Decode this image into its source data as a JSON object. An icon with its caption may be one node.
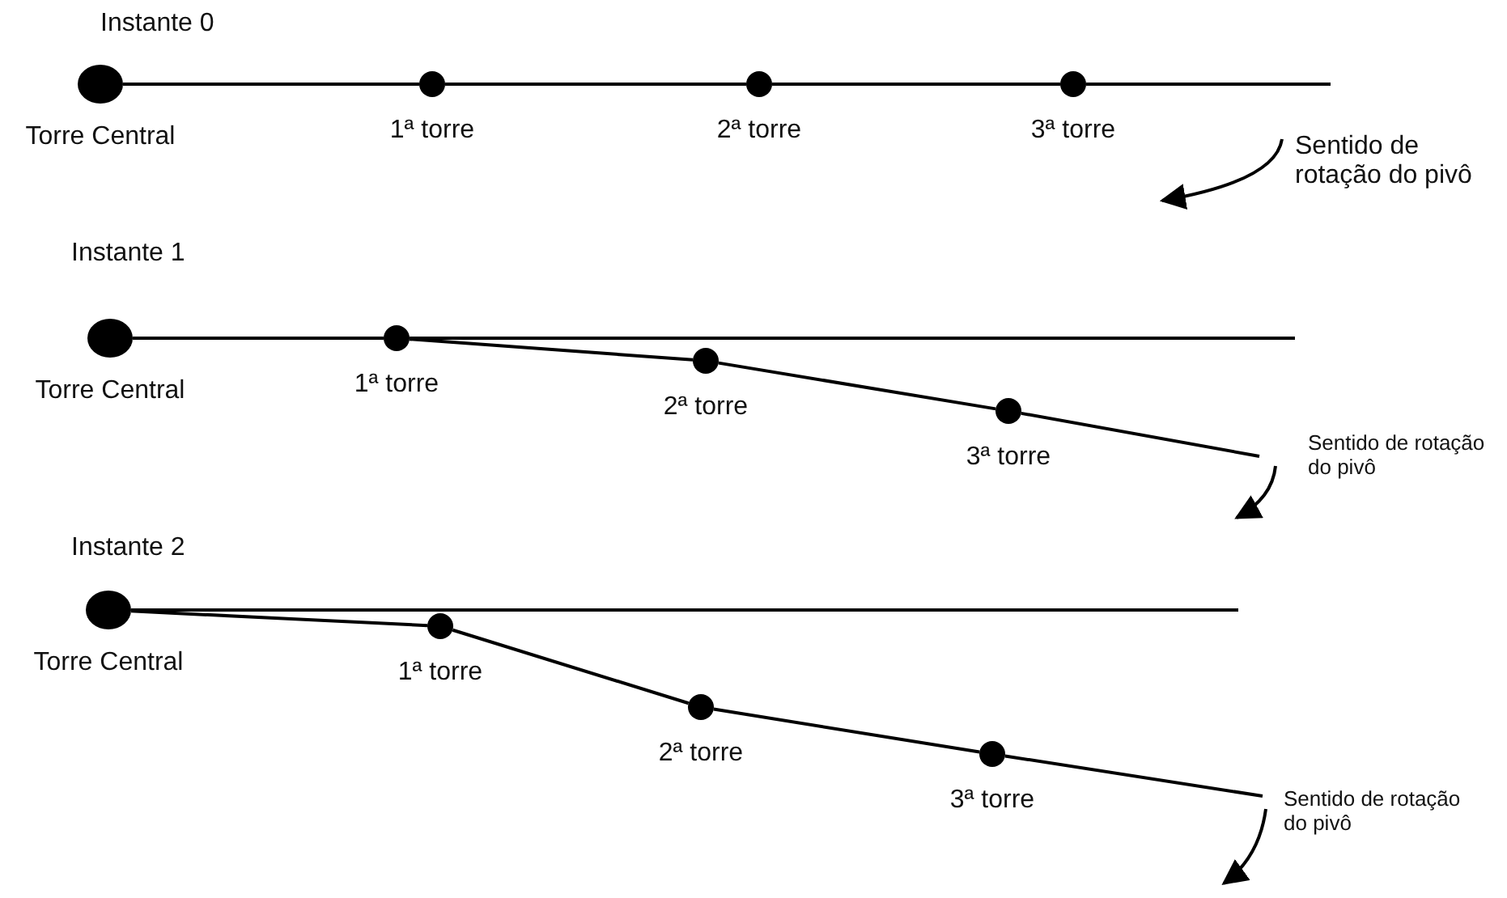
{
  "diagram": {
    "nodes": [
      {
        "text": [],
        "shape": "circle",
        "beside": [
          "Torre Central"
        ]
      },
      {
        "text": [],
        "shape": "circle",
        "beside": [
          "1ª torre"
        ]
      },
      {
        "text": [],
        "shape": "circle",
        "beside": [
          "2ª torre"
        ]
      },
      {
        "text": [],
        "shape": "circle",
        "beside": [
          "3ª torre"
        ]
      },
      {
        "text": [],
        "shape": "circle",
        "beside": [
          "Torre Central"
        ]
      },
      {
        "text": [],
        "shape": "circle",
        "beside": [
          "1ª torre"
        ]
      },
      {
        "text": [],
        "shape": "circle",
        "beside": [
          "2ª torre"
        ]
      },
      {
        "text": [],
        "shape": "circle",
        "beside": [
          "3ª torre"
        ]
      },
      {
        "text": [],
        "shape": "circle",
        "beside": [
          "Torre Central"
        ]
      },
      {
        "text": [],
        "shape": "circle",
        "beside": [
          "1ª torre"
        ]
      },
      {
        "text": [],
        "shape": "circle",
        "beside": [
          "2ª torre"
        ]
      },
      {
        "text": [],
        "shape": "circle",
        "beside": [
          "3ª torre"
        ]
      }
    ],
    "edges": [
      {
        "from": 0,
        "to": 1,
        "arrow": "none"
      },
      {
        "from": 1,
        "to": 2,
        "arrow": "none"
      },
      {
        "from": 2,
        "to": 3,
        "arrow": "none"
      },
      {
        "from": 3,
        "to": null,
        "arrow": "none"
      },
      {
        "from": 4,
        "to": 5,
        "arrow": "none"
      },
      {
        "from": 5,
        "to": 6,
        "arrow": "none"
      },
      {
        "from": 6,
        "to": 7,
        "arrow": "none"
      },
      {
        "from": 7,
        "to": null,
        "arrow": "none"
      },
      {
        "from": 5,
        "to": null,
        "arrow": "none"
      },
      {
        "from": 8,
        "to": 9,
        "arrow": "none"
      },
      {
        "from": 9,
        "to": 10,
        "arrow": "none"
      },
      {
        "from": 10,
        "to": 11,
        "arrow": "none"
      },
      {
        "from": 11,
        "to": null,
        "arrow": "none"
      },
      {
        "from": 8,
        "to": null,
        "arrow": "none"
      }
    ],
    "labels": [
      "Instante 0",
      "Sentido de rotação do pivô",
      "Instante 1",
      "Sentido de rotação do pivô",
      "Instante 2",
      "Sentido de rotação do pivô"
    ]
  }
}
